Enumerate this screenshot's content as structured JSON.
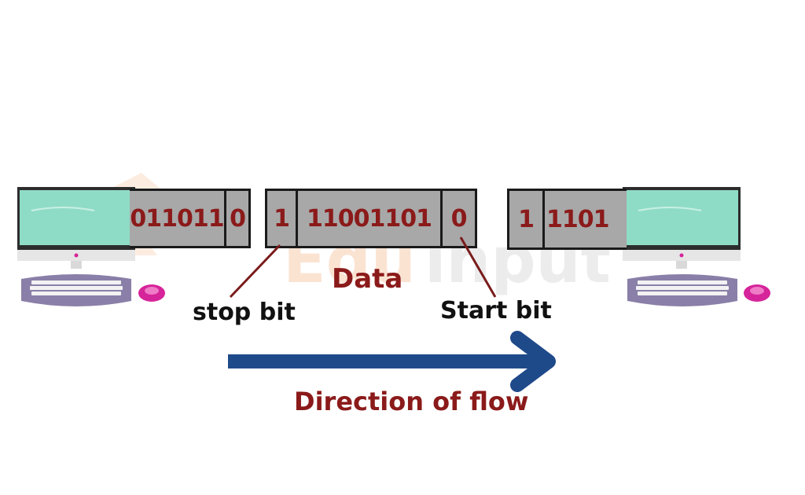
{
  "watermark": {
    "text_a": "Edu",
    "text_b": "input"
  },
  "left_packet": {
    "bits": [
      "011011",
      "0"
    ]
  },
  "middle_packet": {
    "bits": [
      "1",
      "11001101",
      "0"
    ]
  },
  "right_packet": {
    "bits": [
      "1",
      "1101"
    ]
  },
  "labels": {
    "data": "Data",
    "stop_bit": "stop bit",
    "start_bit": "Start bit",
    "direction": "Direction of flow"
  },
  "colors": {
    "bits_text": "#8b1a1a",
    "label_text": "#111111",
    "accent_red": "#8b1a1a",
    "arrow": "#1f4a8a",
    "screen": "#8fdcc6",
    "packet_fill": "#a8a8a8",
    "keyboard": "#8a7fa8",
    "mouse": "#d6249a"
  },
  "icons": [
    "computer-icon",
    "keyboard-icon",
    "mouse-icon",
    "arrow-right-icon"
  ]
}
